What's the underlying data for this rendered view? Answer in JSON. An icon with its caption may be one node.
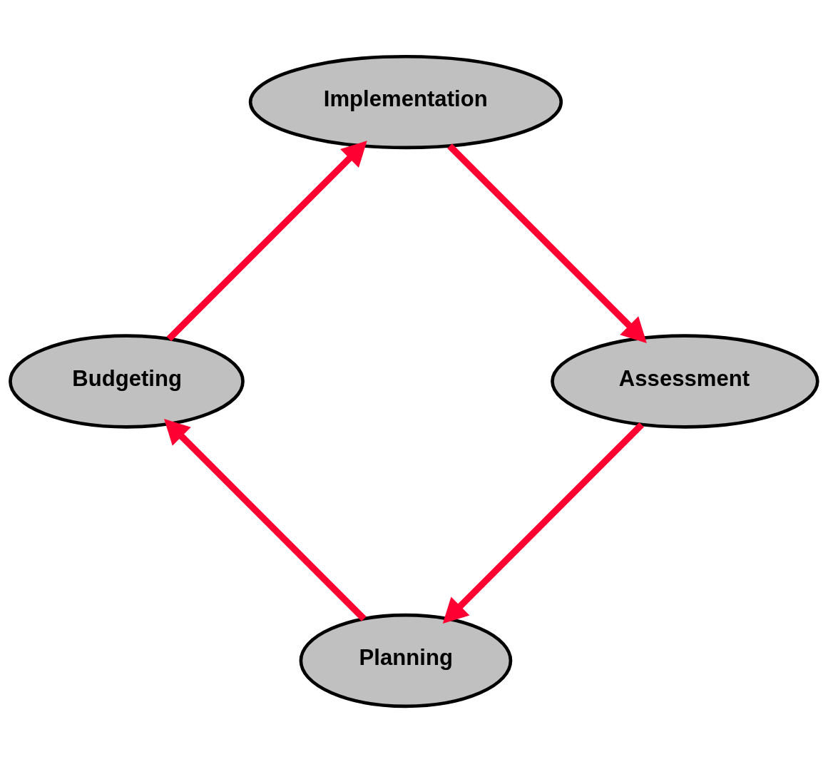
{
  "diagram": {
    "nodes": [
      {
        "text": [
          "Planning"
        ]
      },
      {
        "text": [
          "Budgeting"
        ]
      },
      {
        "text": [
          "Implementation"
        ]
      },
      {
        "text": [
          "Assessment"
        ]
      }
    ],
    "edges": [
      {
        "from": 0,
        "to": 1,
        "arrow": "to"
      },
      {
        "from": 1,
        "to": 2,
        "arrow": "to"
      },
      {
        "from": 2,
        "to": 3,
        "arrow": "to"
      },
      {
        "from": 3,
        "to": 0,
        "arrow": "to"
      }
    ]
  }
}
